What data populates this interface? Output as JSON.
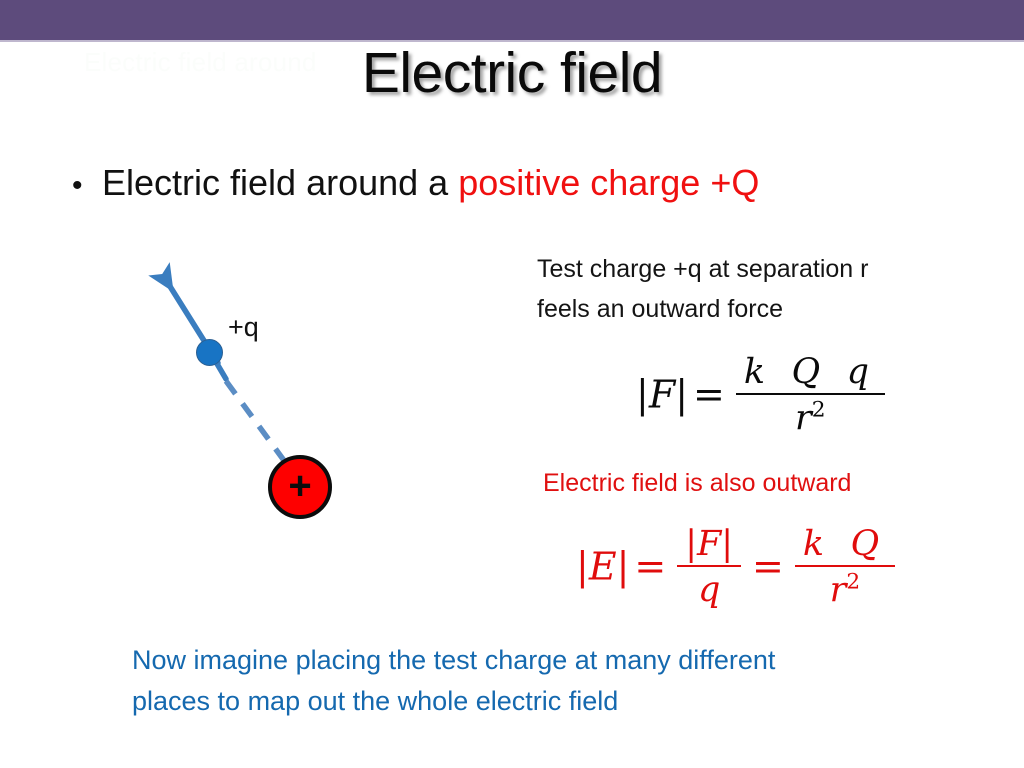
{
  "slide": {
    "title": "Electric field",
    "ghost_artifact": "Electric field around a",
    "background_color": "#ffffff",
    "header_band_color": "#5D4B7C"
  },
  "bullet": {
    "marker": "•",
    "text_plain": "Electric field around a ",
    "text_emphasis": "positive charge +Q",
    "emphasis_color": "#F01010"
  },
  "diagram": {
    "source_charge_sign": "+",
    "source_charge_color": "#FE0000",
    "test_charge_label": "+q",
    "test_charge_color": "#1874C4",
    "arrow_color": "#3A7DBF",
    "dashed_line_color": "#5B8DC4"
  },
  "notes": {
    "test_charge_line1": "Test charge +q at separation r",
    "test_charge_line2": "feels an outward force",
    "field_outward": "Electric field is also outward",
    "field_outward_color": "#E01010",
    "closing_line1": "Now imagine placing the test charge at many different",
    "closing_line2": "places to map out the whole electric field",
    "closing_color": "#1569AF"
  },
  "equations": {
    "force": {
      "lhs_bar_open": "|",
      "lhs_symbol": "F",
      "lhs_bar_close": "|",
      "operator": "=",
      "numerator": "k Q q",
      "denominator_base": "r",
      "denominator_exponent": "2",
      "color": "#0a0a0a"
    },
    "field": {
      "lhs_bar_open": "|",
      "lhs_symbol": "E",
      "lhs_bar_close": "|",
      "operator1": "=",
      "frac1_numerator": "|F|",
      "frac1_denominator": "q",
      "operator2": "=",
      "frac2_numerator": "k Q",
      "frac2_denominator_base": "r",
      "frac2_denominator_exponent": "2",
      "color": "#E00C0C"
    }
  }
}
